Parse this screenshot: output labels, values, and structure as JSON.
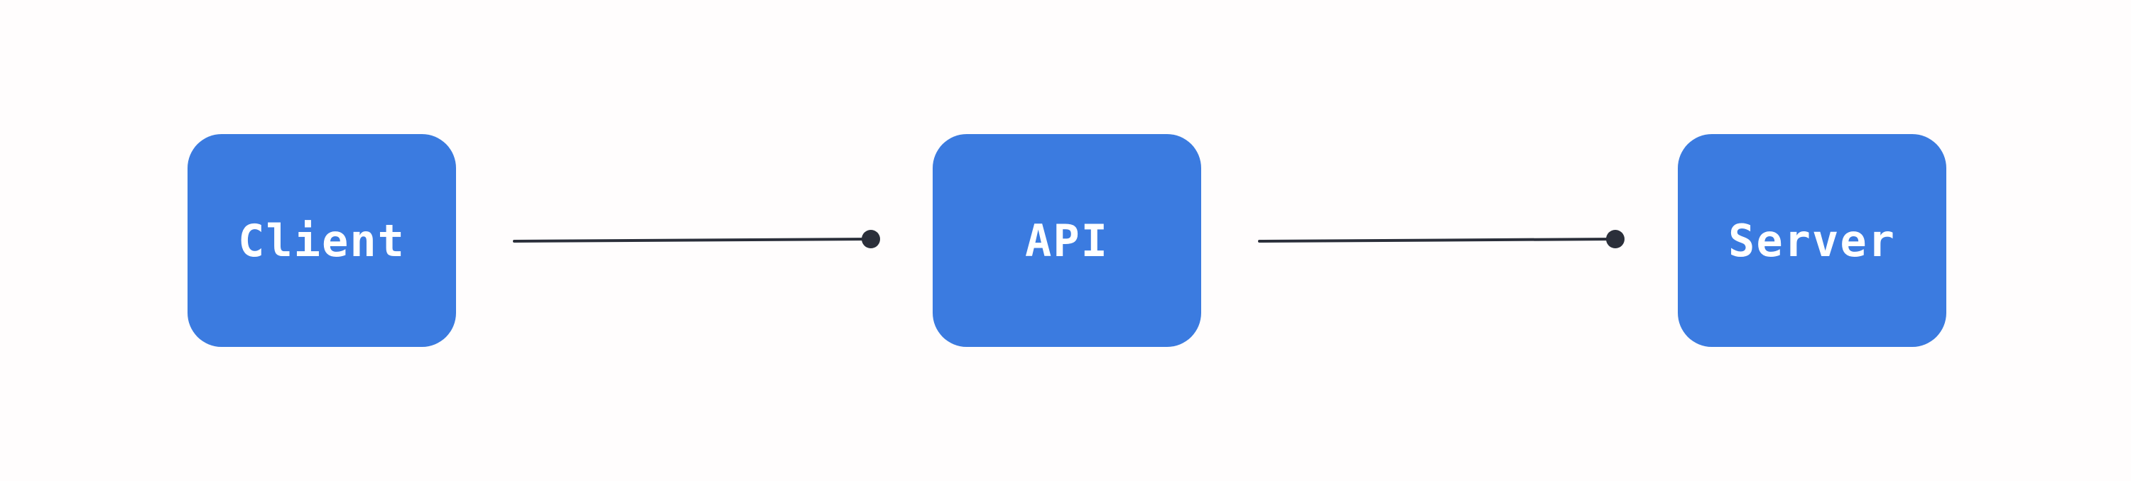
{
  "diagram": {
    "nodes": [
      {
        "id": "client",
        "label": "Client"
      },
      {
        "id": "api",
        "label": "API"
      },
      {
        "id": "server",
        "label": "Server"
      }
    ],
    "edges": [
      {
        "from": "client",
        "to": "api"
      },
      {
        "from": "api",
        "to": "server"
      }
    ],
    "colors": {
      "background": "#fffdfd",
      "node_fill": "#3b7be0",
      "node_text": "#ffffff",
      "edge": "#2b2f3a"
    }
  }
}
